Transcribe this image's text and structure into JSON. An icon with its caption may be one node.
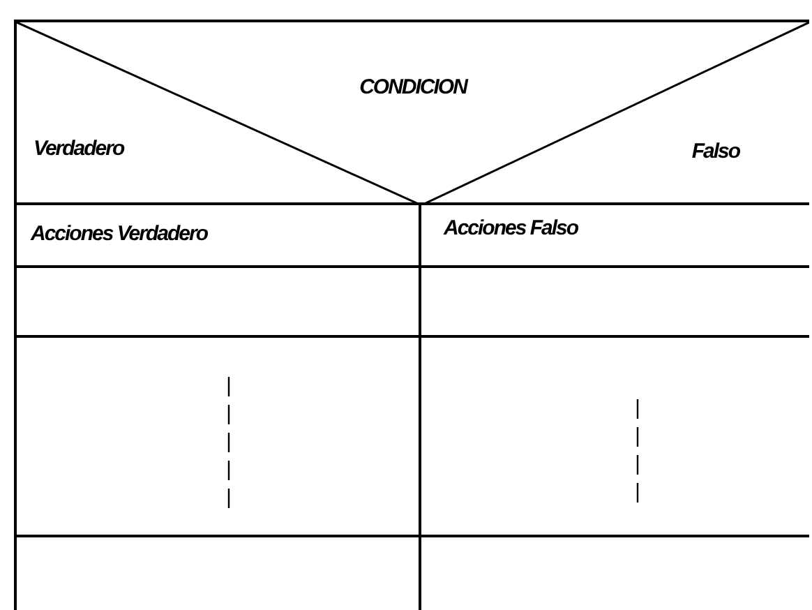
{
  "diagram": {
    "nodes": [
      {
        "text": [
          "CONDICION",
          "Verdadero",
          "Falso"
        ]
      },
      {
        "text": [
          "Acciones Verdadero"
        ]
      },
      {
        "text": [
          "Acciones Falso"
        ]
      },
      {
        "text": [],
        "shape": "box"
      },
      {
        "text": [],
        "shape": "box"
      },
      {
        "text": [],
        "shape": "box"
      },
      {
        "text": [],
        "shape": "box"
      },
      {
        "text": [],
        "shape": "box"
      },
      {
        "text": [],
        "shape": "box"
      }
    ]
  }
}
